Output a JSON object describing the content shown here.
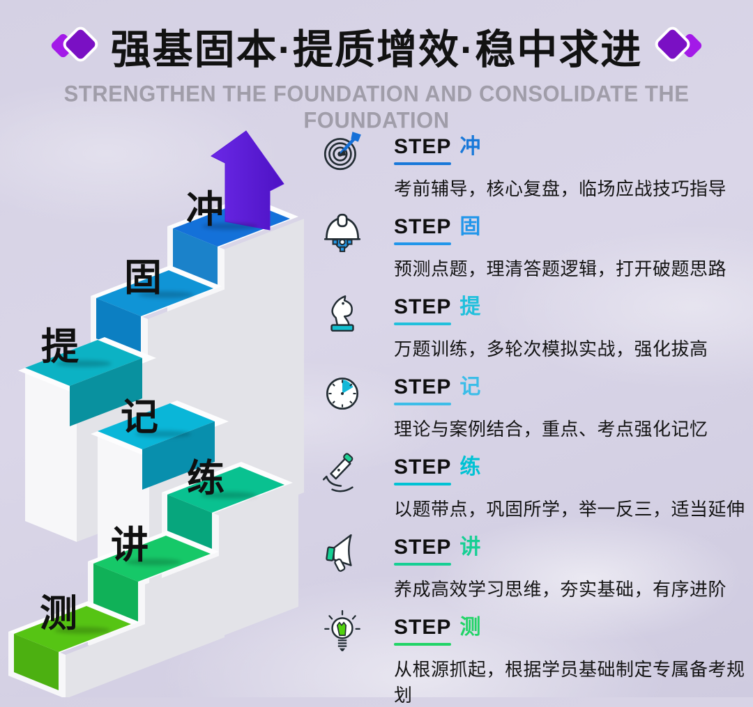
{
  "header": {
    "title": "强基固本·提质增效·稳中求进",
    "subtitle": "STRENGTHEN THE FOUNDATION AND CONSOLIDATE THE FOUNDATION",
    "diamond_bright": "#a31ae8",
    "diamond_dark": "#7a10c4"
  },
  "step_word": "STEP",
  "steps": [
    {
      "char": "冲",
      "desc": "考前辅导，核心复盘，临场应战技巧指导",
      "color": "#1878d9",
      "icon": "target-dart-icon"
    },
    {
      "char": "固",
      "desc": "预测点题，理清答题逻辑，打开破题思路",
      "color": "#2196ea",
      "icon": "helmet-gear-icon"
    },
    {
      "char": "提",
      "desc": "万题训练，多轮次模拟实战，强化拔高",
      "color": "#20c0dc",
      "icon": "chess-knight-icon"
    },
    {
      "char": "记",
      "desc": "理论与案例结合，重点、考点强化记忆",
      "color": "#3cbde8",
      "icon": "timer-icon"
    },
    {
      "char": "练",
      "desc": "以题带点，巩固所学，举一反三，适当延伸",
      "color": "#00c2d4",
      "icon": "microscope-icon"
    },
    {
      "char": "讲",
      "desc": "养成高效学习思维，夯实基础，有序进阶",
      "color": "#16cf94",
      "icon": "megaphone-icon"
    },
    {
      "char": "测",
      "desc": "从根源抓起，根据学员基础制定专属备考规划",
      "color": "#21d467",
      "icon": "lightbulb-icon"
    }
  ],
  "stair": {
    "arrow_color": "#5a18d8",
    "tops": [
      "#56c414",
      "#16c868",
      "#09c190",
      "#0ab6d8",
      "#0cb2c4",
      "#1094d6",
      "#1471d9"
    ],
    "risers": [
      "#4cb011",
      "#10b158",
      "#07a67d",
      "#088fad",
      "#09919f",
      "#0c7fc2",
      "#1b82ca"
    ]
  }
}
